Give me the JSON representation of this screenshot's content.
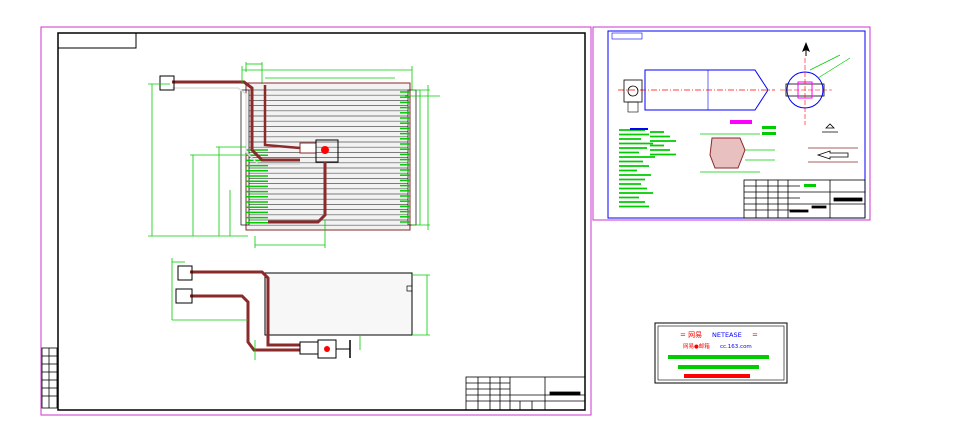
{
  "colors": {
    "background": "#ffffff",
    "sheet_border": "#cc33cc",
    "frame": "#000000",
    "dimension": "#00cc00",
    "part_outline": "#8a2a2a",
    "section_fill": "#dddddd",
    "centerline": "#ff0000",
    "detail_blue": "#0000ff",
    "banner_red": "#ff0000",
    "banner_blue": "#0000ff",
    "banner_green": "#00cc00"
  },
  "banner": {
    "title_left": "= 网易",
    "title_brand": "NETEASE",
    "title_right": "=",
    "subtitle_left": "网易●邮箱",
    "subtitle_right": "cc.163.com"
  },
  "icons": [
    "north-arrow-icon"
  ]
}
